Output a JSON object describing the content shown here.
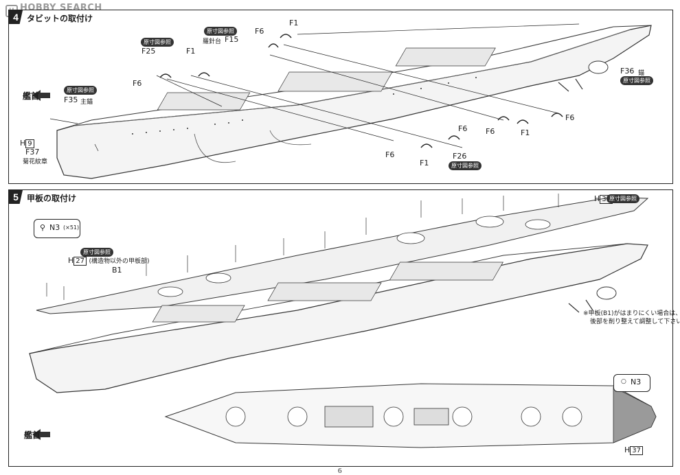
{
  "watermark": {
    "text": "HOBBY SEARCH"
  },
  "step4": {
    "number": "4",
    "title": "タビットの取付け",
    "bow_label": "艦首",
    "labels": {
      "F1_a": "F1",
      "F1_b": "F1",
      "F1_c": "F1",
      "F1_d": "F1",
      "F6_a": "F6",
      "F6_b": "F6",
      "F6_c": "F6",
      "F6_d": "F6",
      "F6_e": "F6",
      "F6_f": "F6",
      "F25": "F25",
      "F15": "F15",
      "F15_note": "羅針台",
      "F35": "F35",
      "F35_note": "主錨",
      "H9_prefix": "H",
      "H9_num": "9",
      "F37": "F37",
      "F37_note": "菊花紋章",
      "F36": "F36",
      "F36_note": "錨",
      "F26": "F26"
    },
    "tag_text": "原寸図参照"
  },
  "step5": {
    "number": "5",
    "title": "甲板の取付け",
    "bow_label": "艦首",
    "part_N3": "N3",
    "part_N3_qty": "(×51)",
    "H27_prefix": "H",
    "H27_num": "27",
    "H27_note": "(構造物以外の甲板部)",
    "B1": "B1",
    "H37_prefix": "H",
    "H37_num": "37",
    "H37b_prefix": "H",
    "H37b_num": "37",
    "tag_text": "原寸図参照",
    "note_line1": "※甲板(B1)がはまりにくい場合は、",
    "note_line2": "後部を削り整えて調整して下さい。",
    "callout_N3": "N3"
  },
  "page_number": "6"
}
